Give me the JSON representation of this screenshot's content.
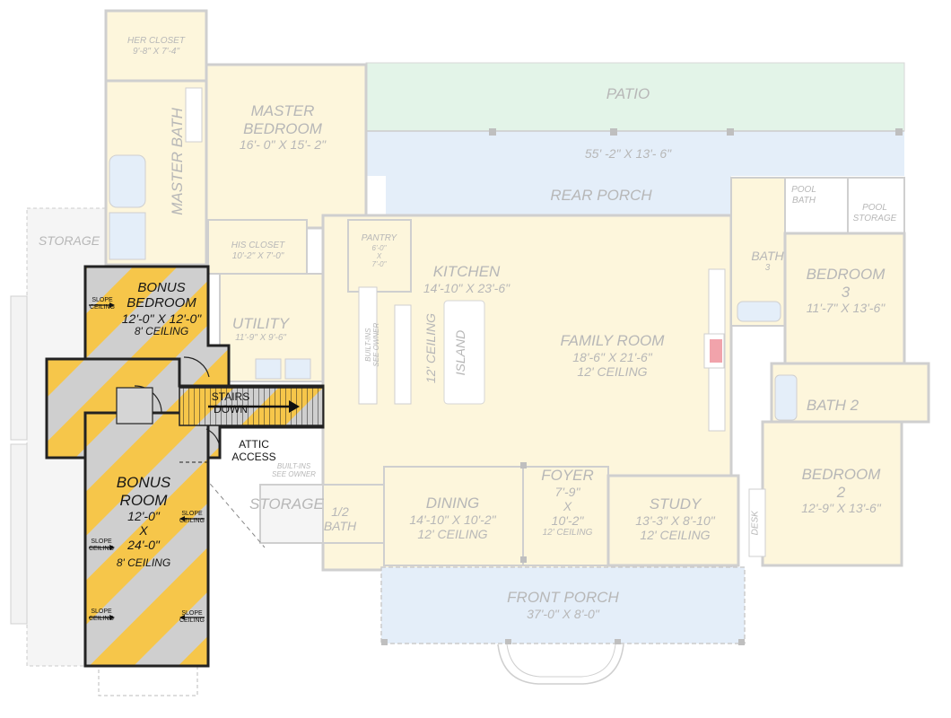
{
  "rooms": {
    "her_closet": {
      "name": "HER CLOSET",
      "size": "9'-8\" X 7'-4\""
    },
    "master_bath": {
      "name": "MASTER BATH"
    },
    "master_bedroom": {
      "name": "MASTER",
      "name2": "BEDROOM",
      "size": "16'- 0\" X 15'- 2\""
    },
    "patio": {
      "name": "PATIO"
    },
    "rear_porch": {
      "name": "REAR PORCH",
      "size": "55' -2\" X 13'- 6\""
    },
    "storage_left": {
      "name": "STORAGE"
    },
    "his_closet": {
      "name": "HIS CLOSET",
      "size": "10'-2\" X 7'-0\""
    },
    "utility": {
      "name": "UTILITY",
      "size": "11'-9\" X 9'-6\""
    },
    "pantry": {
      "name": "PANTRY",
      "size_lines": [
        "6'-0\"",
        "X",
        "7'-0\""
      ]
    },
    "kitchen": {
      "name": "KITCHEN",
      "size": "14'-10\" X 23'-6\""
    },
    "builtins_kitchen": {
      "line1": "BUILT-INS",
      "line2": "SEE OWNER"
    },
    "kitchen_ceiling": {
      "text": "12' CEILING"
    },
    "island": {
      "name": "ISLAND"
    },
    "family_room": {
      "name": "FAMILY ROOM",
      "size": "18'-6\" X 21'-6\"",
      "ceiling": "12' CEILING"
    },
    "pool_bath": {
      "line1": "POOL",
      "line2": "BATH"
    },
    "pool_storage": {
      "line1": "POOL",
      "line2": "STORAGE"
    },
    "bath3": {
      "name": "BATH",
      "num": "3"
    },
    "bedroom3": {
      "name": "BEDROOM",
      "num": "3",
      "size": "11'-7\" X 13'-6\""
    },
    "bath2": {
      "name": "BATH 2"
    },
    "bedroom2": {
      "name": "BEDROOM",
      "num": "2",
      "size": "12'-9\" X 13'-6\""
    },
    "desk": {
      "name": "DESK"
    },
    "builtins_lower": {
      "line1": "BUILT-INS",
      "line2": "SEE OWNER"
    },
    "storage_lower": {
      "name": "STORAGE"
    },
    "half_bath": {
      "line1": "1/2",
      "line2": "BATH"
    },
    "dining": {
      "name": "DINING",
      "size": "14'-10\" X 10'-2\"",
      "ceiling": "12' CEILING"
    },
    "foyer": {
      "name": "FOYER",
      "size_lines": [
        "7'-9\"",
        "X",
        "10'-2\""
      ],
      "ceiling": "12' CEILING"
    },
    "study": {
      "name": "STUDY",
      "size": "13'-3\" X 8'-10\"",
      "ceiling": "12' CEILING"
    },
    "front_porch": {
      "name": "FRONT PORCH",
      "size": "37'-0\" X 8'-0\""
    }
  },
  "bonus": {
    "bedroom": {
      "name": "BONUS",
      "name2": "BEDROOM",
      "size": "12'-0\" X 12'-0\"",
      "ceiling": "8' CEILING"
    },
    "room": {
      "name": "BONUS",
      "name2": "ROOM",
      "size_lines": [
        "12'-0\"",
        "X",
        "24'-0\""
      ],
      "ceiling": "8' CEILING"
    },
    "stairs": {
      "line1": "STAIRS",
      "line2": "DOWN"
    },
    "attic": {
      "line1": "ATTIC",
      "line2": "ACCESS"
    },
    "slope_ceiling": {
      "line1": "SLOPE",
      "line2": "CEILING"
    }
  },
  "colors": {
    "room_fill": "#fdf6dc",
    "porch_fill": "#e4eef9",
    "patio_fill": "#e3f4e8",
    "wall": "#c9c9c9",
    "bonus_yellow": "#f6c64a",
    "bonus_gray": "#cfcfcf",
    "bonus_wall": "#222222",
    "fireplace": "#f1a3ab"
  }
}
